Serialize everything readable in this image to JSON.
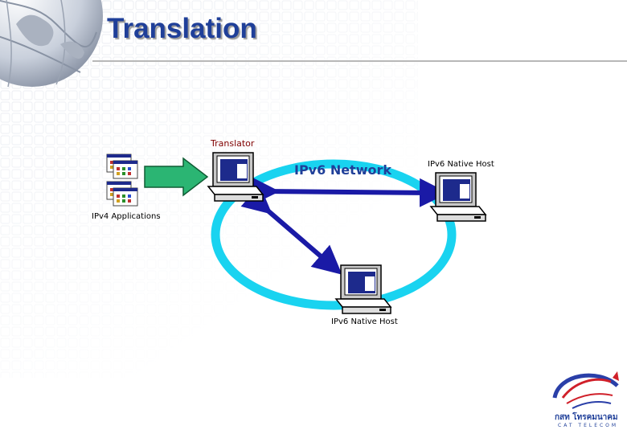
{
  "slide": {
    "title": "Translation"
  },
  "diagram": {
    "translator_label": "Translator",
    "network_label": "IPv6 Network",
    "host_top_label": "IPv6 Native Host",
    "host_bottom_label": "IPv6 Native Host",
    "applications_label": "IPv4 Applications"
  },
  "logo": {
    "name": "กสท โทรคมนาคม",
    "subtext": "CAT TELECOM"
  },
  "colors": {
    "title": "#1f3f99",
    "ring": "#19d3f0",
    "arrow": "#1a1aa6",
    "input_arrow": "#2bb573",
    "translator_label": "#800000"
  }
}
